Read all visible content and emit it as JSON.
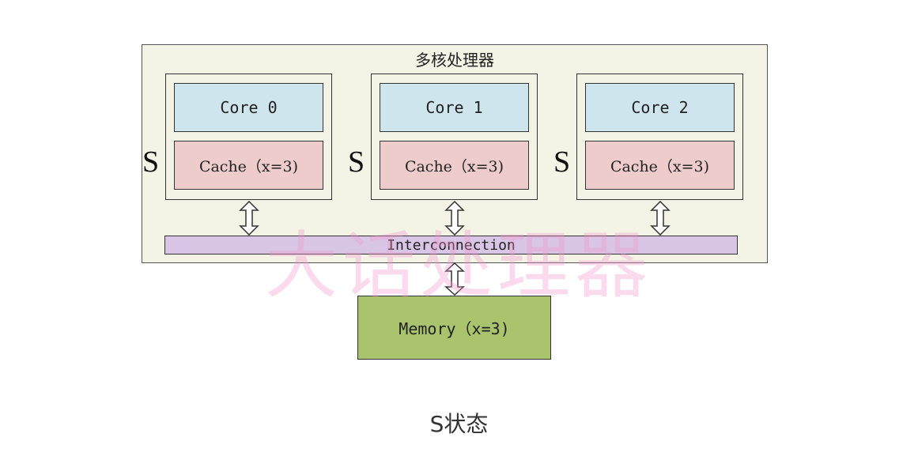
{
  "diagram": {
    "processor_title": "多核处理器",
    "units": [
      {
        "core": "Core 0",
        "cache": "Cache（x=3)",
        "state": "S"
      },
      {
        "core": "Core 1",
        "cache": "Cache（x=3)",
        "state": "S"
      },
      {
        "core": "Core 2",
        "cache": "Cache（x=3)",
        "state": "S"
      }
    ],
    "interconnect": "Interconnection",
    "memory": "Memory（x=3)",
    "watermark": "大话处理器",
    "caption": "S状态"
  }
}
